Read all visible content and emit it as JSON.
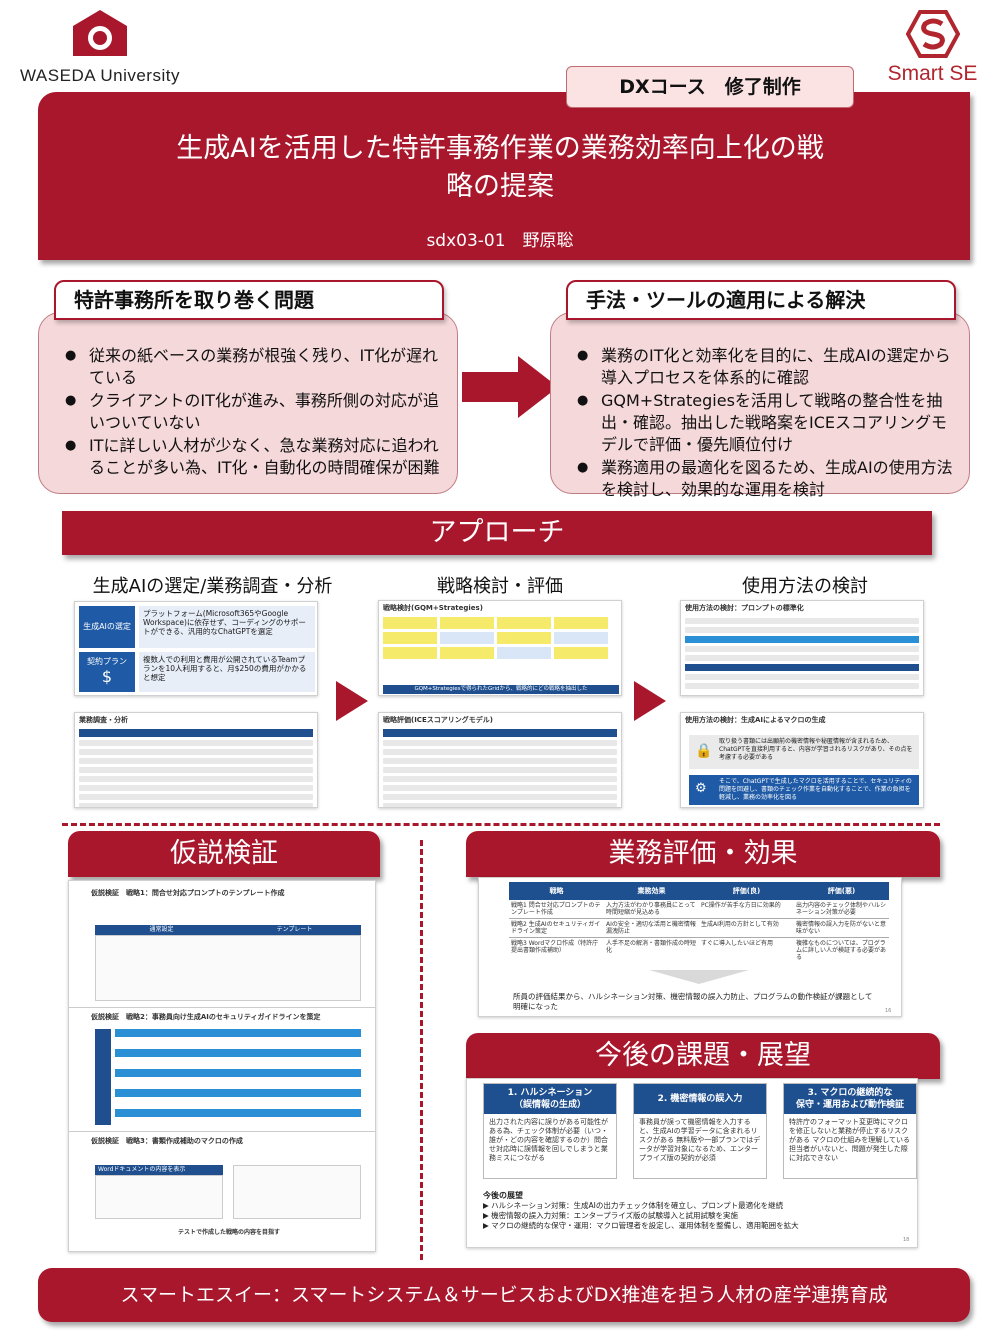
{
  "header": {
    "university": "WASEDA University",
    "partner": "Smart SE",
    "course_tag": "DXコース　修了制作",
    "title_line1": "生成AIを活用した特許事務作業の業務効率向上化の戦",
    "title_line2": "略の提案",
    "author": "sdx03-01　野原聡"
  },
  "problem": {
    "label": "特許事務所を取り巻く問題",
    "items": [
      "従来の紙ベースの業務が根強く残り、IT化が遅れている",
      "クライアントのIT化が進み、事務所側の対応が追いついていない",
      "ITに詳しい人材が少なく、急な業務対応に追われることが多い為、IT化・自動化の時間確保が困難"
    ]
  },
  "solution": {
    "label": "手法・ツールの適用による解決",
    "items": [
      "業務のIT化と効率化を目的に、生成AIの選定から導入プロセスを体系的に確認",
      "GQM+Strategiesを活用して戦略の整合性を抽出・確認。抽出した戦略案をICEスコアリングモデルで評価・優先順位付け",
      "業務適用の最適化を図るため、生成AIの使用方法を検討し、効果的な運用を検討"
    ]
  },
  "approach": {
    "title": "アプローチ",
    "col1": "生成AIの選定/業務調査・分析",
    "col2": "戦略検討・評価",
    "col3": "使用方法の検討",
    "slide1": {
      "label1": "生成AIの選定",
      "text1": "プラットフォーム(Microsoft365やGoogle Workspace)に依存せず、コーディングのサポートができる、汎用的なChatGPTを選定",
      "label2": "契約プラン",
      "symbol2": "$",
      "text2": "複数人での利用と費用が公開されているTeamプランを10人利用すると、月$250の費用がかかると想定"
    },
    "slide2": {
      "title": "業務調査・分析"
    },
    "slide3": {
      "title": "戦略検討(GQM+Strategies)",
      "caption": "GQM+Strategiesで得られたGridから、戦略的にどの戦略を抽出した"
    },
    "slide4": {
      "title": "戦略評価(ICEスコアリングモデル)"
    },
    "slide5": {
      "title": "使用方法の検討：プロンプトの標準化"
    },
    "slide6": {
      "title": "使用方法の検討：生成AIによるマクロの生成",
      "text1": "取り扱う書類には出願前の機密情報や秘匿情報が含まれるため、ChatGPTを直接利用すると、内容が学習されるリスクがあり、その点を考慮する必要がある",
      "text2": "そこで、ChatGPTで生成したマクロを活用することで、セキュリティの問題を回避し、書類のチェック作業を自動化することで、作業の負担を軽減し、業務の効率化を図る"
    }
  },
  "hypothesis": {
    "title": "仮説検証",
    "s1": "仮説検証　戦略1：問合せ対応プロンプトのテンプレート作成",
    "s1_col_a": "通常設定",
    "s1_col_b": "テンプレート",
    "s2": "仮説検証　戦略2：事務員向け生成AIのセキュリティガイドラインを策定",
    "s3": "仮説検証　戦略3：書類作成補助のマクロの作成",
    "s3_note": "Wordドキュメントの内容を表示",
    "s3_footer": "テストで作成した戦略の内容を目指す"
  },
  "evaluation": {
    "title": "業務評価・効果",
    "headers": [
      "戦略",
      "業務効果",
      "評価(良)",
      "評価(悪)"
    ],
    "rows": [
      [
        "戦略1 問合せ対応プロンプトのテンプレート作成",
        "入力方法がわかり事務員にとって時間短縮が見込める",
        "PC操作が苦手な方日に効果的",
        "出力内容のチェック体制やハルシネーション対策が必要"
      ],
      [
        "戦略2 生成AIのセキュリティガイドライン策定",
        "AIの安全・適切な活用と機密情報漏洩防止",
        "生成AI利用の方針として有効",
        "機密情報の誤入力を防がないと意味がない"
      ],
      [
        "戦略3 Wordマクロ作成（特許庁提出書類作成補助）",
        "人手不足の解消・書類作成の時短化",
        "すぐに導入したいほど有用",
        "複雑なものについては、プログラムに詳しい人が検証する必要がある"
      ]
    ],
    "summary": "所員の評価結果から、ハルシネーション対策、機密情報の誤入力防止、プログラムの動作検証が課題として明確になった",
    "page": "16"
  },
  "future": {
    "title": "今後の課題・展望",
    "issues": [
      {
        "h1": "1. ハルシネーション",
        "h2": "（誤情報の生成）",
        "text": "出力された内容に誤りがある可能性がある為、チェック体制が必要（いつ・誰が・どの内容を確認するのか）問合せ対応時に誤情報を回しでしまうと業務ミスにつながる"
      },
      {
        "h1": "2. 機密情報の誤入力",
        "h2": "",
        "text": "事務員が誤って機密情報を入力すると、生成AIの学習データに含まれるリスクがある 無料版や一部プランではデータが学習対象になるため、エンタープライズ版の契約が必須"
      },
      {
        "h1": "3. マクロの継続的な",
        "h2": "保守・運用および動作検証",
        "text": "特許庁のフォーマット変更時にマクロを修正しないと業務が停止するリスクがある マクロの仕組みを理解している担当者がいないと、問題が発生した際に対応できない"
      }
    ],
    "outlook_title": "今後の展望",
    "outlook": [
      "ハルシネーション対策：生成AIの出力チェック体制を確立し、プロンプト最適化を継続",
      "機密情報の誤入力対策：エンタープライズ版の試験導入と試用試験を実施",
      "マクロの継続的な保守・運用：マクロ管理者を設定し、運用体制を整備し、適用範囲を拡大"
    ],
    "page": "18"
  },
  "footer": {
    "text": "スマートエスイー：スマートシステム＆サービスおよびDX推進を担う人材の産学連携育成"
  },
  "colors": {
    "brand": "#a8172c",
    "panel": "#f5d8da",
    "accent_blue": "#1f5aa6"
  }
}
